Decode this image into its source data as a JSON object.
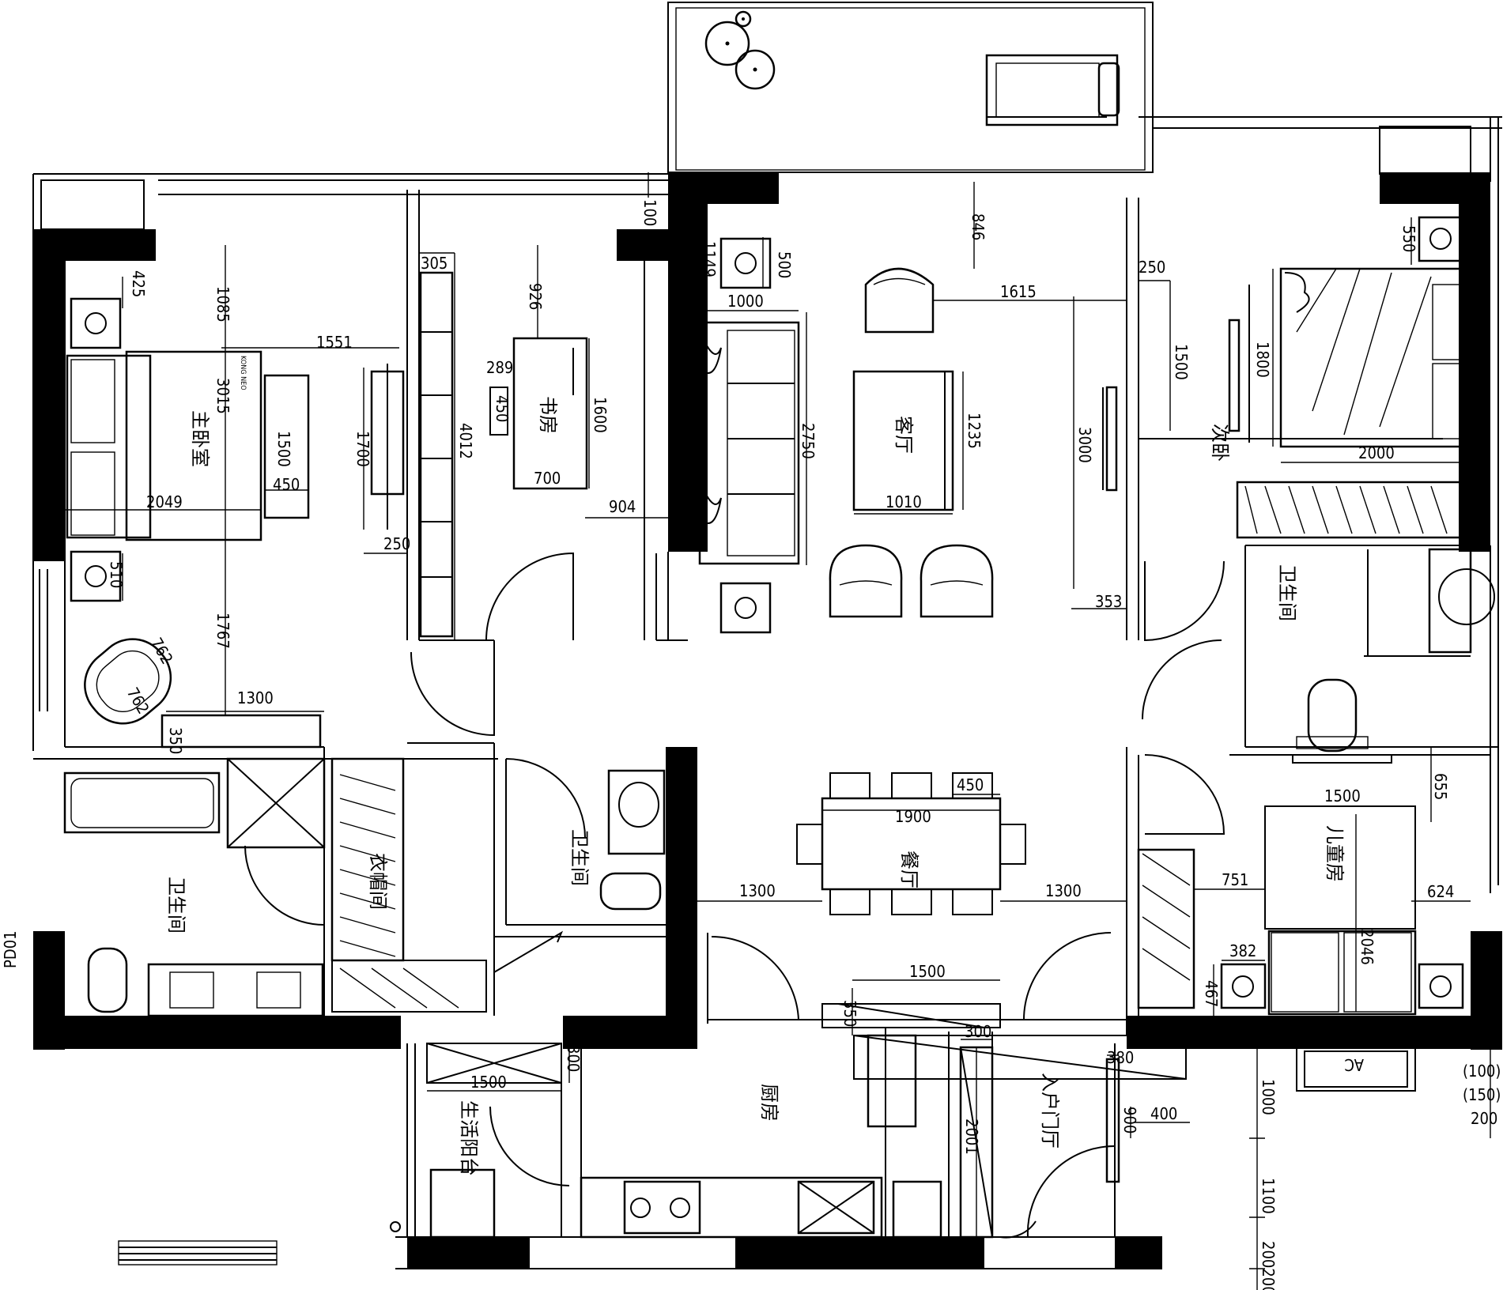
{
  "rooms": {
    "master_bedroom": "主卧室",
    "study": "书房",
    "living_room": "客厅",
    "second_bedroom": "次卧",
    "bathroom_right": "卫生间",
    "bathroom_left": "卫生间",
    "bathroom_center": "卫生间",
    "closet": "衣帽间",
    "dining_room": "餐厅",
    "kids_room": "儿童房",
    "kitchen": "厨房",
    "entry_hall": "入户门厅",
    "utility_balcony": "生活阳台"
  },
  "dimensions": {
    "d100_top": "100",
    "d425": "425",
    "d1085": "1085",
    "d3015": "3015",
    "d1551": "1551",
    "d1500_master": "1500",
    "d450_master": "450",
    "d2049": "2049",
    "d510": "510",
    "d1767": "1767",
    "d762a": "762",
    "d762b": "762",
    "d1300_master": "1300",
    "d350_master": "350",
    "d1700": "1700",
    "d250_study": "250",
    "d305": "305",
    "d4012": "4012",
    "d926": "926",
    "d289": "289",
    "d450_study": "450",
    "d1600": "1600",
    "d700": "700",
    "d904": "904",
    "d1149": "1149",
    "d500": "500",
    "d1000_living": "1000",
    "d2750": "2750",
    "d846": "846",
    "d1615": "1615",
    "d1235": "1235",
    "d1010": "1010",
    "d3000": "3000",
    "d353": "353",
    "d250_second": "250",
    "d1500_second": "1500",
    "d550": "550",
    "d1800": "1800",
    "d2000": "2000",
    "d655": "655",
    "d1500_kids": "1500",
    "d751": "751",
    "d624": "624",
    "d2046": "2046",
    "d382": "382",
    "d467": "467",
    "d450_dining": "450",
    "d1900": "1900",
    "d1300_dining_l": "1300",
    "d1300_dining_r": "1300",
    "d1500_kitchen": "1500",
    "d350_kitchen": "350",
    "d300_kitchen": "300",
    "d300_utility": "300",
    "d1500_utility": "1500",
    "d380": "380",
    "d900": "900",
    "d400": "400",
    "d2001": "2001",
    "d1000_right": "1000",
    "d1100": "1100",
    "d200200": "200200",
    "d100_paren": "(100)",
    "d150_paren": "(150)",
    "d200_right": "200"
  },
  "labels": {
    "pd01": "PD01",
    "ac": "AC",
    "side_marker": "KONG NEO"
  },
  "icons": {
    "plants": "potted-plant-icon",
    "treadmill": "treadmill-icon",
    "floor_drain": "floor-drain-icon"
  }
}
